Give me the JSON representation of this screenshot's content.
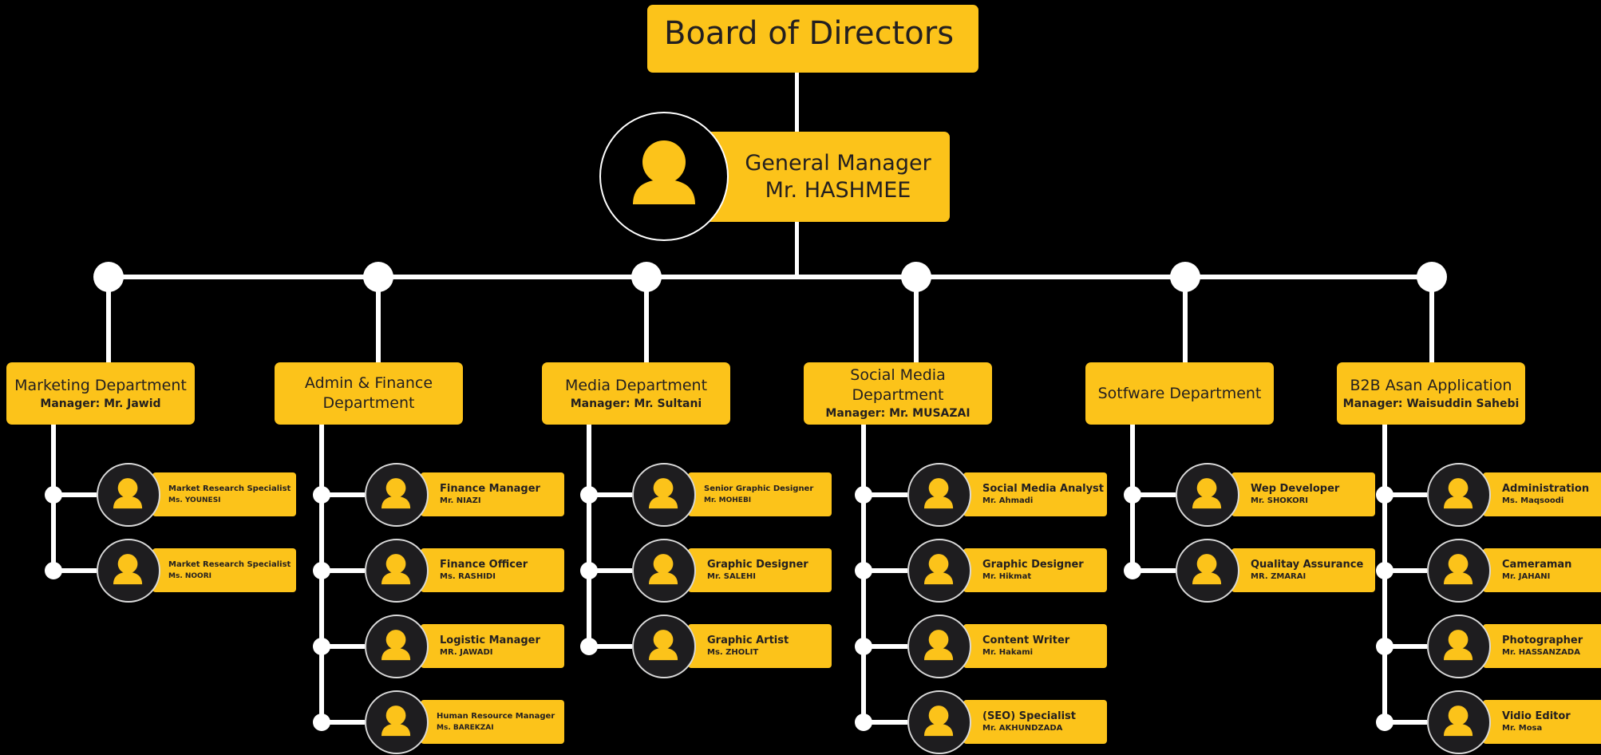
{
  "board": {
    "title": "Board of Directors"
  },
  "general_manager": {
    "title": "General Manager",
    "name": "Mr. HASHMEE"
  },
  "icons": {
    "member": "person-icon",
    "manager": "person-icon"
  },
  "colors": {
    "accent": "#fcc31a",
    "background": "#000000",
    "connector": "#ffffff",
    "text": "#231f20"
  },
  "departments": [
    {
      "name": "Marketing Department",
      "manager": "Manager: Mr. Jawid",
      "members": [
        {
          "role": "Market Research Specialist",
          "name": "Ms. YOUNESI"
        },
        {
          "role": "Market Research Specialist",
          "name": "Ms. NOORI"
        }
      ]
    },
    {
      "name": "Admin & Finance Department",
      "manager": "",
      "members": [
        {
          "role": "Finance Manager",
          "name": "Mr. NIAZI"
        },
        {
          "role": "Finance Officer",
          "name": "Ms. RASHIDI"
        },
        {
          "role": "Logistic Manager",
          "name": "MR. JAWADI"
        },
        {
          "role": "Human Resource Manager",
          "name": "Ms. BAREKZAI"
        }
      ]
    },
    {
      "name": "Media Department",
      "manager": "Manager: Mr. Sultani",
      "members": [
        {
          "role": "Senior Graphic Designer",
          "name": "Mr. MOHEBI"
        },
        {
          "role": "Graphic Designer",
          "name": "Mr. SALEHI"
        },
        {
          "role": "Graphic Artist",
          "name": "Ms. ZHOLIT"
        }
      ]
    },
    {
      "name": "Social Media Department",
      "manager": "Manager: Mr. MUSAZAI",
      "members": [
        {
          "role": "Social Media Analyst",
          "name": "Mr. Ahmadi"
        },
        {
          "role": "Graphic Designer",
          "name": "Mr. Hikmat"
        },
        {
          "role": "Content Writer",
          "name": "Mr. Hakami"
        },
        {
          "role": "(SEO) Specialist",
          "name": "Mr. AKHUNDZADA"
        }
      ]
    },
    {
      "name": "Sotfware Department",
      "manager": "",
      "members": [
        {
          "role": "Wep Developer",
          "name": "Mr. SHOKORI"
        },
        {
          "role": "Qualitay Assurance",
          "name": "MR. ZMARAI"
        }
      ]
    },
    {
      "name": "B2B Asan Application",
      "manager": "Manager: Waisuddin Sahebi",
      "members": [
        {
          "role": "Administration",
          "name": "Ms. Maqsoodi"
        },
        {
          "role": "Cameraman",
          "name": "Mr. JAHANI"
        },
        {
          "role": "Photographer",
          "name": "Mr. HASSANZADA"
        },
        {
          "role": "Vidio Editor",
          "name": "Mr. Mosa"
        }
      ]
    }
  ]
}
